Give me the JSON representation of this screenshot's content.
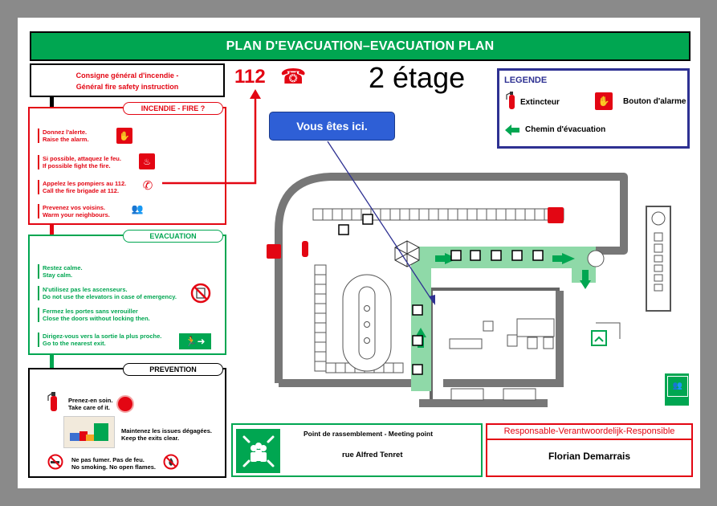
{
  "title": "PLAN D'EVACUATION–EVACUATION PLAN",
  "consigne": {
    "line1": "Consigne général d'incendie -",
    "line2": "Général fire safety instruction"
  },
  "emergency_number": "112",
  "floor": "2 étage",
  "legend": {
    "title": "LEGENDE",
    "extinguisher": "Extincteur",
    "alarm_button": "Bouton d'alarme",
    "evac_path": "Chemin d'évacuation"
  },
  "fire": {
    "label": "INCENDIE - FIRE ?",
    "steps": [
      {
        "fr": "Donnez l'alerte.",
        "en": "Raise the alarm."
      },
      {
        "fr": "Si possible, attaquez le feu.",
        "en": "If possible fight the fire."
      },
      {
        "fr": "Appelez les pompiers au 112.",
        "en": "Call the fire brigade at 112."
      },
      {
        "fr": "Prevenez vos voisins.",
        "en": "Warm your neighbours."
      }
    ]
  },
  "evacuation": {
    "label": "EVACUATION",
    "steps": [
      {
        "fr": "Restez calme.",
        "en": "Stay calm."
      },
      {
        "fr": "N'utilisez pas les ascenseurs.",
        "en": "Do not use the elevators in case of emergency."
      },
      {
        "fr": "Fermez les portes sans verouiller",
        "en": "Close the doors without locking then."
      },
      {
        "fr": "Dirigez-vous vers la sortie la plus proche.",
        "en": "Go to the nearest exit."
      }
    ]
  },
  "prevention": {
    "label": "PREVENTION",
    "steps": [
      {
        "fr": "Prenez-en soin.",
        "en": "Take care of it."
      },
      {
        "fr": "Maintenez les issues dégagées.",
        "en": "Keep the exits clear."
      },
      {
        "fr": "Ne pas fumer. Pas de feu.",
        "en": "No smoking. No open flames."
      }
    ]
  },
  "you_are_here": "Vous êtes ici.",
  "meeting": {
    "title": "Point de rassemblement  - Meeting point",
    "address": "rue Alfred Tenret"
  },
  "responsible": {
    "title": "Responsable-Verantwoordelijk-Responsible",
    "name": "Florian Demarrais"
  },
  "colors": {
    "red": "#e30613",
    "green": "#00a651",
    "blue": "#2e3192",
    "path_green": "#8fd9a8",
    "wall": "#777777"
  }
}
